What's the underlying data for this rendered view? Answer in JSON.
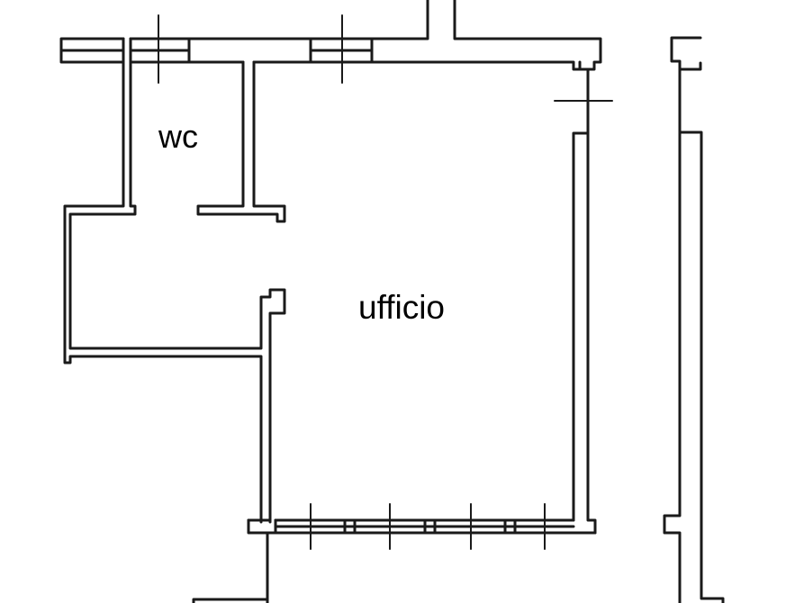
{
  "drawing": {
    "type": "floor-plan",
    "background_color": "#ffffff",
    "line_color": "#1a1a1a"
  },
  "rooms": [
    {
      "id": "wc",
      "label": "wc"
    },
    {
      "id": "ufficio",
      "label": "ufficio"
    }
  ],
  "windows": {
    "top_count": 2,
    "bottom_count": 4,
    "right_count": 1
  }
}
